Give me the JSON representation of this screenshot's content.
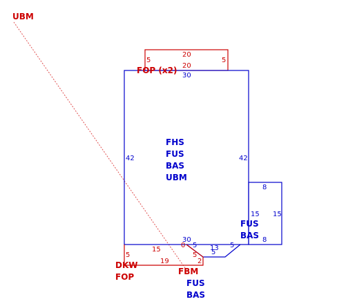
{
  "colors": {
    "red": "#cc0000",
    "blue": "#0000cc"
  },
  "labels": {
    "corner_ubm": "UBM",
    "fop_x2": "FOP (x2)",
    "main_area": [
      "FHS",
      "FUS",
      "BAS",
      "UBM"
    ],
    "right_area": [
      "FUS",
      "BAS"
    ],
    "bottom_left": [
      "DKW",
      "FOP"
    ],
    "bottom_center": [
      "FBM",
      "FUS",
      "BAS"
    ]
  },
  "dimensions": {
    "top_rect_top": "20",
    "top_rect_bottom": "20",
    "top_rect_left": "5",
    "top_rect_right": "5",
    "main_top": "30",
    "main_left": "42",
    "main_right": "42",
    "main_bottom": "30",
    "right_top": "8",
    "right_left": "15",
    "right_right": "15",
    "right_bottom": "8",
    "dkw_top": "15",
    "dkw_left": "5",
    "dkw_bottom": "19",
    "dkw_right": "2",
    "zero": "0",
    "notch_a": "5",
    "notch_b": "5",
    "notch_c": "13",
    "notch_d": "5",
    "notch_e": "5"
  }
}
